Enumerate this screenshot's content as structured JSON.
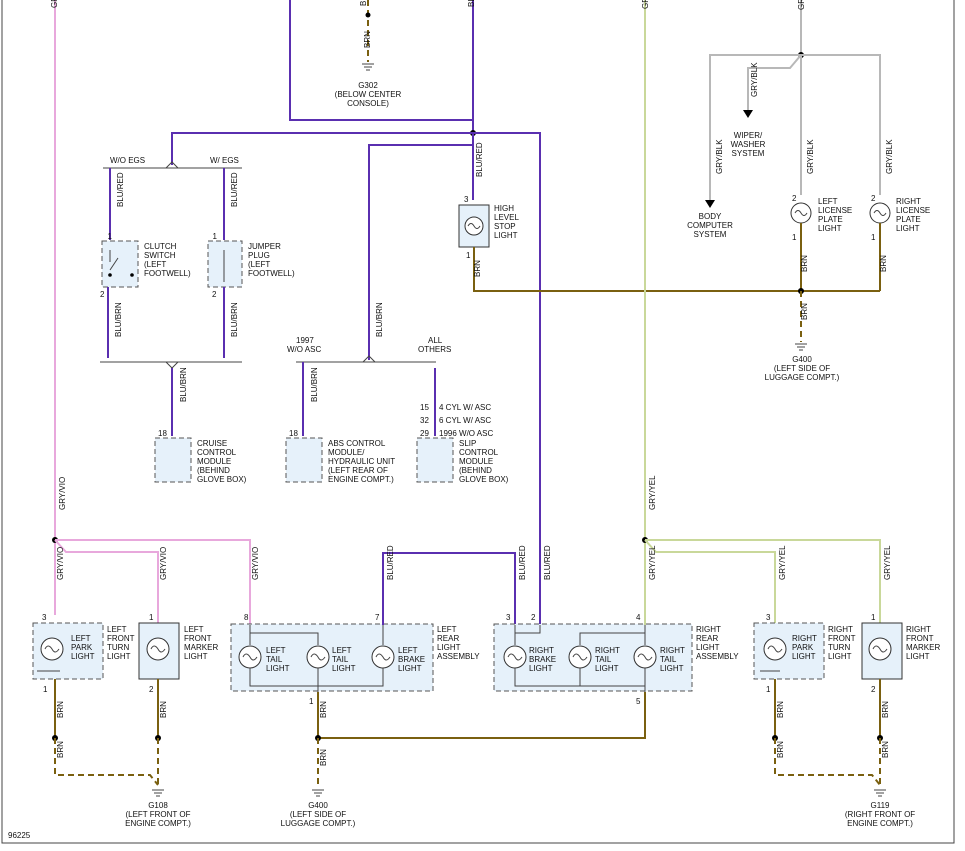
{
  "diagram_id": "96225",
  "wires": {
    "gry_vio": "GRY/VIO",
    "gry_yel": "GRY/YEL",
    "gry": "GRY",
    "gry_blk": "GRY/BLK",
    "blu_red": "BLU/RED",
    "blu_brn": "BLU/BRN",
    "brn": "BRN"
  },
  "grounds": {
    "g302": {
      "id": "G302",
      "desc": [
        "(BELOW CENTER",
        "CONSOLE)"
      ]
    },
    "g400_top": {
      "id": "G400",
      "desc": [
        "(LEFT SIDE OF",
        "LUGGAGE COMPT.)"
      ]
    },
    "g400_bottom": {
      "id": "G400",
      "desc": [
        "(LEFT SIDE OF",
        "LUGGAGE COMPT.)"
      ]
    },
    "g108": {
      "id": "G108",
      "desc": [
        "(LEFT FRONT OF",
        "ENGINE COMPT.)"
      ]
    },
    "g119": {
      "id": "G119",
      "desc": [
        "(RIGHT FRONT OF",
        "ENGINE COMPT.)"
      ]
    }
  },
  "branches": {
    "wo_egs": "W/O EGS",
    "w_egs": "W/ EGS",
    "wo_asc": [
      "1997",
      "W/O ASC"
    ],
    "all_others": [
      "ALL",
      "OTHERS"
    ]
  },
  "components": {
    "clutch_switch": [
      "CLUTCH",
      "SWITCH",
      "(LEFT",
      "FOOTWELL)"
    ],
    "jumper_plug": [
      "JUMPER",
      "PLUG",
      "(LEFT",
      "FOOTWELL)"
    ],
    "high_level_stop": [
      "HIGH",
      "LEVEL",
      "STOP",
      "LIGHT"
    ],
    "wiper_washer": [
      "WIPER/",
      "WASHER",
      "SYSTEM"
    ],
    "body_computer": [
      "BODY",
      "COMPUTER",
      "SYSTEM"
    ],
    "left_license": [
      "LEFT",
      "LICENSE",
      "PLATE",
      "LIGHT"
    ],
    "right_license": [
      "RIGHT",
      "LICENSE",
      "PLATE",
      "LIGHT"
    ],
    "cruise_module": [
      "CRUISE",
      "CONTROL",
      "MODULE",
      "(BEHIND",
      "GLOVE BOX)"
    ],
    "abs_module": [
      "ABS CONTROL",
      "MODULE/",
      "HYDRAULIC UNIT",
      "(LEFT REAR OF",
      "ENGINE COMPT.)"
    ],
    "slip_module": [
      "SLIP",
      "CONTROL",
      "MODULE",
      "(BEHIND",
      "GLOVE BOX)"
    ],
    "slip_pins": [
      {
        "pin": "15",
        "label": "4 CYL W/ ASC"
      },
      {
        "pin": "32",
        "label": "6 CYL W/ ASC"
      },
      {
        "pin": "29",
        "label": "1996 W/O ASC"
      }
    ],
    "left_front_turn": [
      "LEFT",
      "FRONT",
      "TURN",
      "LIGHT"
    ],
    "left_park": [
      "LEFT",
      "PARK",
      "LIGHT"
    ],
    "left_front_marker": [
      "LEFT",
      "FRONT",
      "MARKER",
      "LIGHT"
    ],
    "left_tail_1": [
      "LEFT",
      "TAIL",
      "LIGHT"
    ],
    "left_tail_2": [
      "LEFT",
      "TAIL",
      "LIGHT"
    ],
    "left_brake": [
      "LEFT",
      "BRAKE",
      "LIGHT"
    ],
    "left_rear_assy": [
      "LEFT",
      "REAR",
      "LIGHT",
      "ASSEMBLY"
    ],
    "right_brake": [
      "RIGHT",
      "BRAKE",
      "LIGHT"
    ],
    "right_tail_1": [
      "RIGHT",
      "TAIL",
      "LIGHT"
    ],
    "right_tail_2": [
      "RIGHT",
      "TAIL",
      "LIGHT"
    ],
    "right_rear_assy": [
      "RIGHT",
      "REAR",
      "LIGHT",
      "ASSEMBLY"
    ],
    "right_park": [
      "RIGHT",
      "PARK",
      "LIGHT"
    ],
    "right_front_turn": [
      "RIGHT",
      "FRONT",
      "TURN",
      "LIGHT"
    ],
    "right_front_marker": [
      "RIGHT",
      "FRONT",
      "MARKER",
      "LIGHT"
    ]
  },
  "pins": {
    "one": "1",
    "two": "2",
    "three": "3",
    "four": "4",
    "five": "5",
    "seven": "7",
    "eight": "8",
    "eighteen": "18"
  },
  "colors": {
    "purple_wire": "#5a2fb0",
    "pink_wire": "#e8a8dc",
    "yellow_wire": "#c9d89a",
    "gray_wire": "#b8b8b8",
    "brown_wire": "#7a6010",
    "component_fill": "#e6f1fa"
  }
}
